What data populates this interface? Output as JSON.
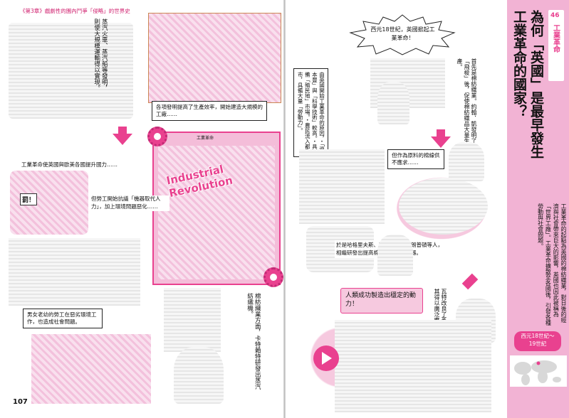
{
  "left_page": {
    "header": "《第3章》戲劇性的園內鬥爭「侵略」的世界史",
    "text_ships": "蒸汽火車、蒸汽船等發明，則使大規模運輸得以實現。",
    "text_efficiency": "各項發明提高了生產效率，開始建造大規模的工廠……",
    "panel_label": "工業革命",
    "text_power": "工業革命使英國與歐美各國提升國力……",
    "text_labor": "但勞工開始抗議「機器取代人力」，加上環境問題惡化……",
    "sign": "罰！",
    "text_women": "男女老幼的勞工在惡劣環境工作，也造成社會問題。",
    "text_cartwright": "棉紡織業方面，卡特賴特研發出蒸汽紡織機。",
    "banner": "Industrial Revolution",
    "page_number": "107"
  },
  "right_page": {
    "bubble": "西元18世紀，英國掀起工業革命！",
    "text_reasons": "由英國開始工業革命的原因，・「資本豐」與「科學技術」較高。・具備「殖民地」市場。・農民流入都市，具備大量「勞動力」。",
    "text_kay": "首先是棉紡織業。約翰．凱發明了「飛梭」後，促使棉紡織品大量生產。",
    "text_cotton": "但作為原料的棉線供不應求……",
    "text_machines": "於是哈格里夫斯、阿克萊特、克朗普頓等人，相繼研發出提高棉線生產率的機器。",
    "text_power_quote": "人類成功製造出穩定的動力！",
    "text_watt": "瓦特改良了蒸汽機，使其得以廣泛應用。",
    "page_number": "106"
  },
  "sidebar": {
    "section_number": "46",
    "section_tag": "工業革命",
    "title_line1": "為何「英國」是最早發生",
    "title_line2": "工業革命的國家？",
    "summary": "工業革命的起點為英國的棉紡織業，對日後的經濟與社會帶來巨大的影響，英國也因此被稱為「世界工廠」。工業革命擴散至各國後，引發各種勞動與社會問題。",
    "era_line1": "西元18世紀～",
    "era_line2": "19世紀"
  }
}
